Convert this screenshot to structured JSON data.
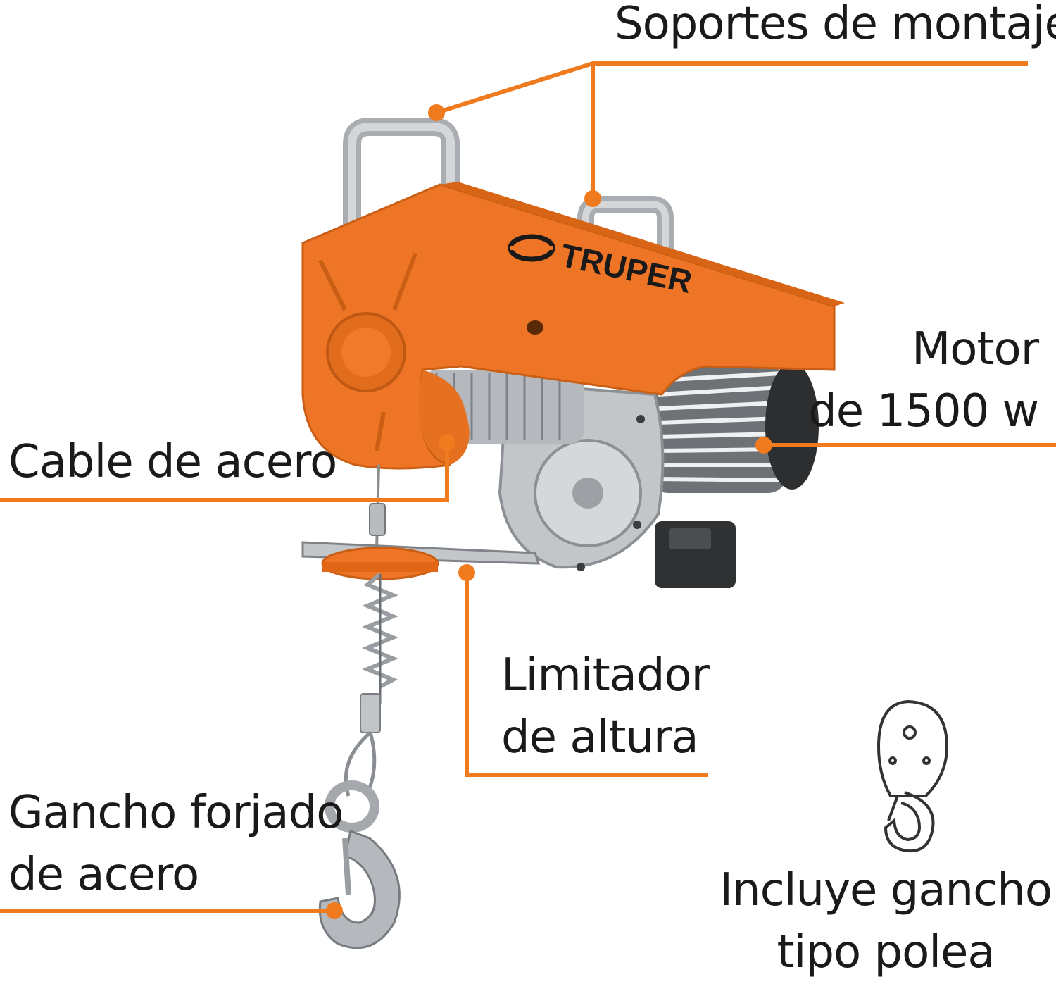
{
  "callouts": {
    "mounting_brackets": "Soportes de montaje",
    "motor_line1": "Motor",
    "motor_line2": "de 1500 w",
    "steel_cable": "Cable de acero",
    "height_limiter_line1": "Limitador",
    "height_limiter_line2": "de altura",
    "forged_hook_line1": "Gancho forjado",
    "forged_hook_line2": "de acero",
    "pulley_hook_line1": "Incluye gancho",
    "pulley_hook_line2": "tipo polea"
  },
  "brand": {
    "logo_text": "TRUPER"
  },
  "colors": {
    "accent": "#f07a1e",
    "hoist_body": "#ee7526",
    "metal": "#b9bcbf",
    "text": "#1a1a1a"
  },
  "icons": [
    "truper-logo-icon",
    "pulley-hook-icon"
  ]
}
